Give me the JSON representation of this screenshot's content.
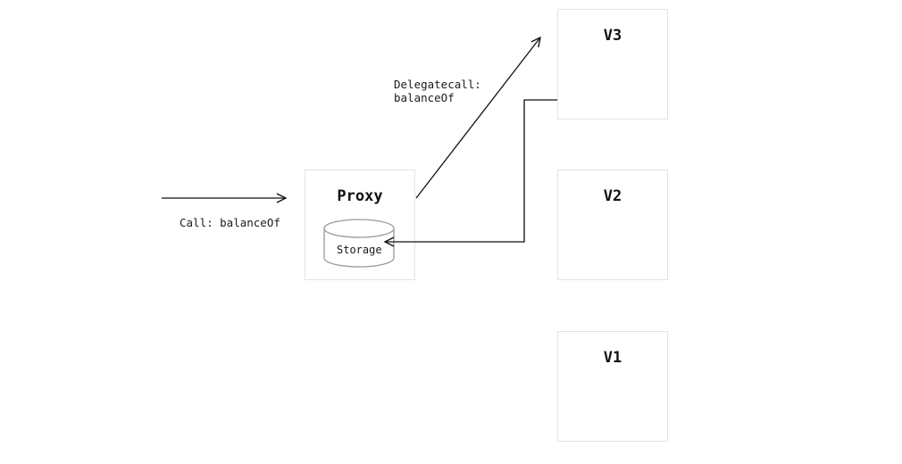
{
  "proxy": {
    "title": "Proxy",
    "storage_label": "Storage"
  },
  "versions": {
    "v3": "V3",
    "v2": "V2",
    "v1": "V1"
  },
  "edges": {
    "call_label": "Call: balanceOf",
    "delegatecall_line1": "Delegatecall:",
    "delegatecall_line2": "balanceOf"
  },
  "colors": {
    "line": "#111111",
    "box_border": "#e3e3e3",
    "cylinder_stroke": "#999999"
  }
}
